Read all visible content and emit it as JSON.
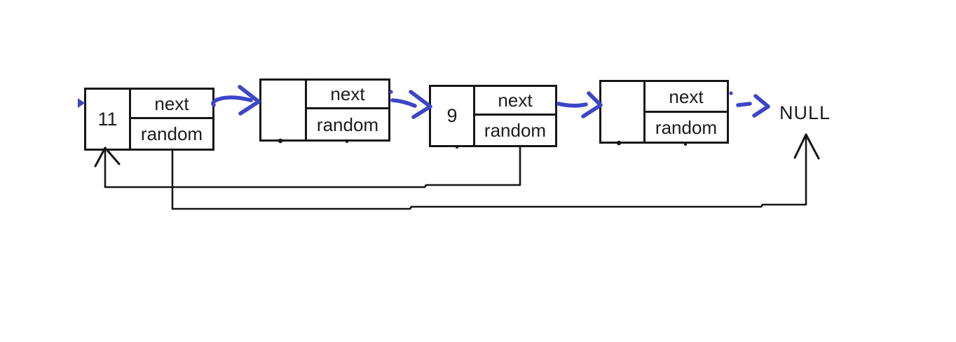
{
  "diagram": {
    "kind": "singly linked list with next and random pointers",
    "colors": {
      "ink": "#161616",
      "pointer_blue": "#3d45c8",
      "background": "#ffffff"
    },
    "nodes": [
      {
        "value": "11",
        "next_label": "next",
        "random_label": "random"
      },
      {
        "value": "",
        "next_label": "next",
        "random_label": "random"
      },
      {
        "value": "9",
        "next_label": "next",
        "random_label": "random"
      },
      {
        "value": "",
        "next_label": "next",
        "random_label": "random"
      }
    ],
    "terminator_label": "NULL",
    "edges": {
      "next": [
        {
          "from": "node-1",
          "to": "node-2"
        },
        {
          "from": "node-2",
          "to": "node-3"
        },
        {
          "from": "node-3",
          "to": "node-4"
        },
        {
          "from": "node-4",
          "to": "NULL"
        }
      ],
      "random": [
        {
          "from": "node-3",
          "to": "node-1"
        },
        {
          "from": "node-1",
          "to": "NULL"
        }
      ]
    }
  }
}
